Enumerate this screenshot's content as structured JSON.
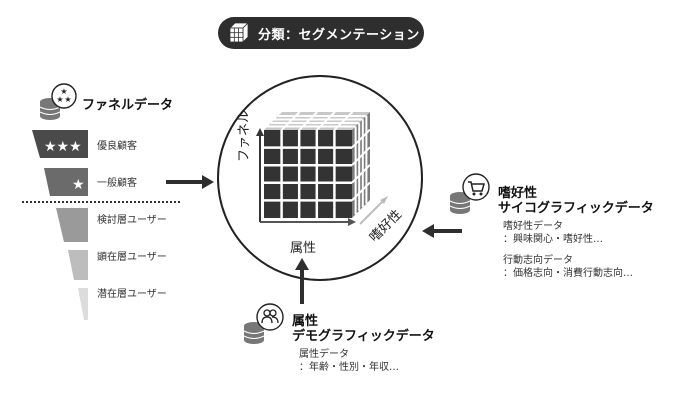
{
  "header": {
    "title": "分類：セグメンテーション",
    "icon": "cube-grid-icon"
  },
  "funnel": {
    "title": "ファネルデータ",
    "icon": "database-stars-icon",
    "tiers": [
      {
        "label": "優良顧客",
        "stars": 3,
        "color": "#4a4a4a"
      },
      {
        "label": "一般顧客",
        "stars": 1,
        "color": "#6b6b6b"
      },
      {
        "label": "検討層ユーザー",
        "stars": 0,
        "color": "#9a9a9a"
      },
      {
        "label": "顕在層ユーザー",
        "stars": 0,
        "color": "#bdbdbd"
      },
      {
        "label": "潜在層ユーザー",
        "stars": 0,
        "color": "#dcdcdc"
      }
    ]
  },
  "cube": {
    "axis_vertical": "ファネル",
    "axis_horizontal": "属性",
    "axis_depth": "嗜好性",
    "grid": "5x5x5"
  },
  "psychographic": {
    "title_line1": "嗜好性",
    "title_line2": "サイコグラフィックデータ",
    "icon": "database-cart-icon",
    "items": [
      {
        "label": "嗜好性データ",
        "detail": "：興味関心・嗜好性…"
      },
      {
        "label": "行動志向データ",
        "detail": "：価格志向・消費行動志向…"
      }
    ]
  },
  "demographic": {
    "title_line1": "属性",
    "title_line2": "デモグラフィックデータ",
    "icon": "database-users-icon",
    "items": [
      {
        "label": "属性データ",
        "detail": "：年齢・性別・年収…"
      }
    ]
  },
  "colors": {
    "dark": "#2e2e2e",
    "cube_front": "#333333",
    "cube_top": "#c8c8c8",
    "cube_side": "#7a7a7a"
  }
}
